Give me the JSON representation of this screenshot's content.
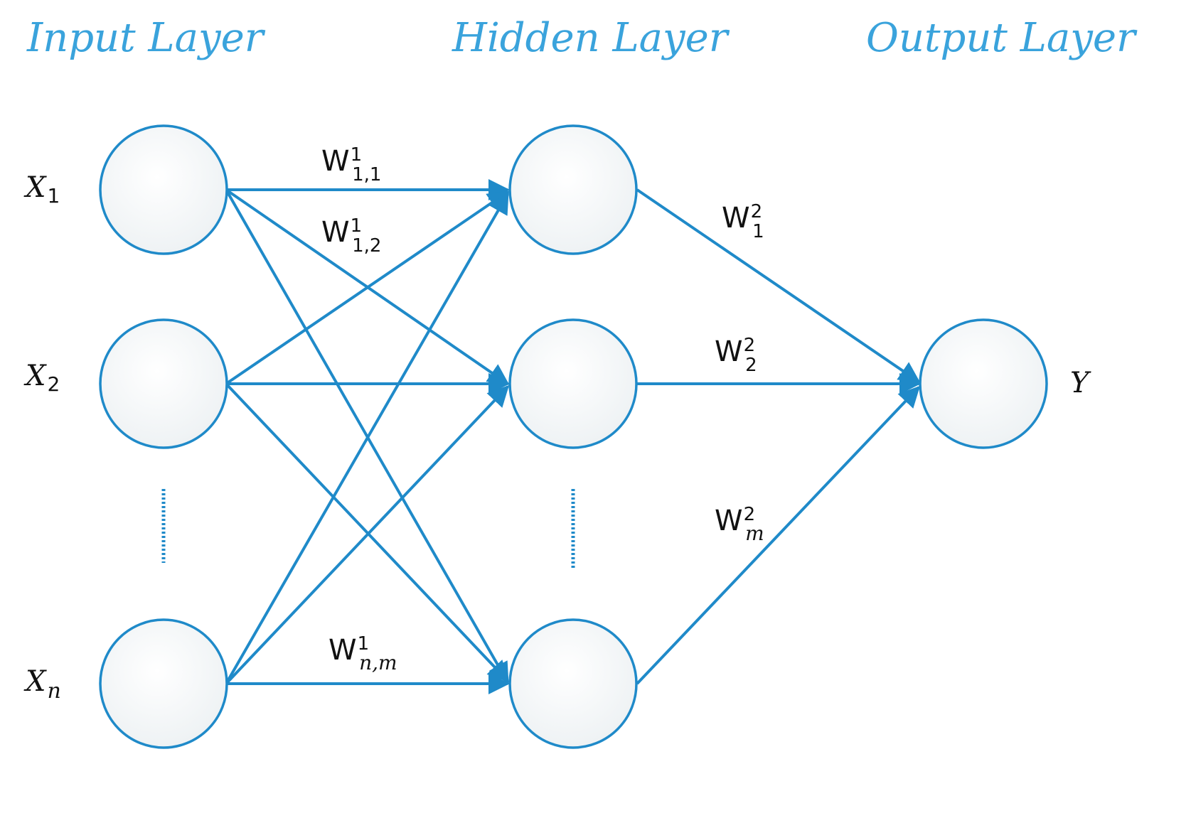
{
  "colors": {
    "accent": "#1f8ac9",
    "title": "#3aa3dc",
    "text": "#111111",
    "node_fill": "#fbfcfd"
  },
  "layers": {
    "input_title": "Input Layer",
    "hidden_title": "Hidden Layer",
    "output_title": "Output Layer"
  },
  "inputs": [
    {
      "main": "X",
      "sub": "1"
    },
    {
      "main": "X",
      "sub": "2"
    },
    {
      "main": "X",
      "sub": "n"
    }
  ],
  "output": {
    "main": "Y"
  },
  "weights_layer1": [
    {
      "main": "W",
      "sup": "1",
      "sub": "1,1"
    },
    {
      "main": "W",
      "sup": "1",
      "sub": "1,2"
    },
    {
      "main": "W",
      "sup": "1",
      "sub": "n,m"
    }
  ],
  "weights_layer2": [
    {
      "main": "W",
      "sup": "2",
      "sub": "1"
    },
    {
      "main": "W",
      "sup": "2",
      "sub": "2"
    },
    {
      "main": "W",
      "sup": "2",
      "sub": "m"
    }
  ]
}
